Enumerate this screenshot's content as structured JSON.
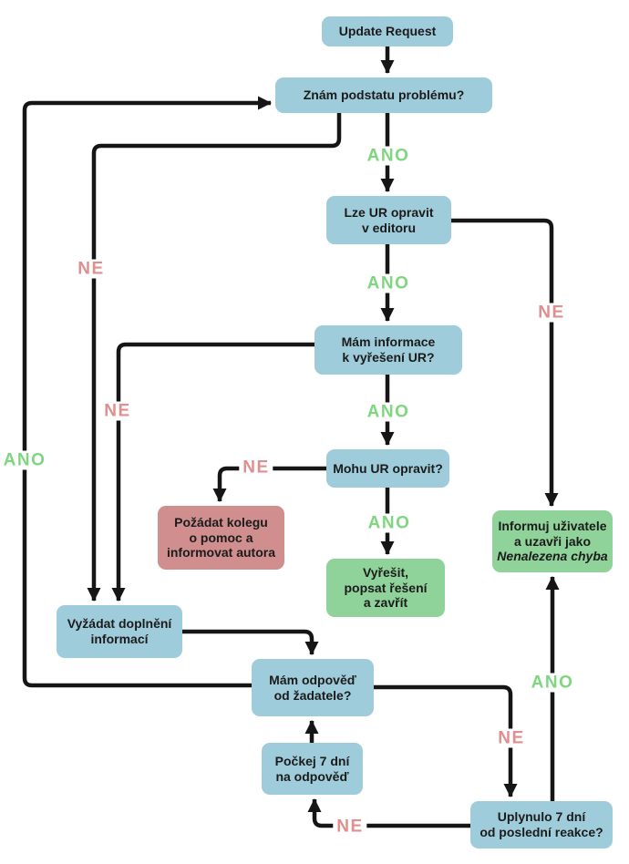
{
  "diagram": {
    "type": "flowchart",
    "language": "cs",
    "topic": "Update Request handling process",
    "colors": {
      "node_blue": "#9fccda",
      "node_green": "#8fd39b",
      "node_red": "#d08e8e",
      "label_yes_green": "#7ed77f",
      "label_no_red": "#e08e8e",
      "connector_black": "#151515",
      "text": "#1b1b1b",
      "background": "#ffffff"
    },
    "nodes": [
      {
        "id": "update-request",
        "kind": "start",
        "color": "blue",
        "lines": [
          "Update Request"
        ]
      },
      {
        "id": "know-problem",
        "kind": "decision",
        "color": "blue",
        "lines": [
          "Znám podstatu problému?"
        ]
      },
      {
        "id": "fix-in-editor",
        "kind": "decision",
        "color": "blue",
        "lines": [
          "Lze UR opravit",
          "v editoru"
        ]
      },
      {
        "id": "have-info",
        "kind": "decision",
        "color": "blue",
        "lines": [
          "Mám informace",
          "k vyřešení UR?"
        ]
      },
      {
        "id": "can-fix",
        "kind": "decision",
        "color": "blue",
        "lines": [
          "Mohu UR opravit?"
        ]
      },
      {
        "id": "ask-colleague",
        "kind": "action",
        "color": "red",
        "lines": [
          "Požádat kolegu",
          "o pomoc a",
          "informovat autora"
        ]
      },
      {
        "id": "resolve-close",
        "kind": "action",
        "color": "green",
        "lines": [
          "Vyřešit,",
          "popsat řešení",
          "a zavřít"
        ]
      },
      {
        "id": "inform-user",
        "kind": "action",
        "color": "green",
        "lines": [
          "Informuj uživatele",
          "a uzavři jako",
          "Nenalezena chyba"
        ],
        "italic_last_line": true
      },
      {
        "id": "request-info",
        "kind": "action",
        "color": "blue",
        "lines": [
          "Vyžádat doplnění",
          "informací"
        ]
      },
      {
        "id": "have-answer",
        "kind": "decision",
        "color": "blue",
        "lines": [
          "Mám odpověď",
          "od žadatele?"
        ]
      },
      {
        "id": "wait-7-days",
        "kind": "action",
        "color": "blue",
        "lines": [
          "Počkej 7 dní",
          "na odpověď"
        ]
      },
      {
        "id": "seven-days-passed",
        "kind": "decision",
        "color": "blue",
        "lines": [
          "Uplynulo 7 dní",
          "od poslední reakce?"
        ]
      }
    ],
    "edges": [
      {
        "from": "update-request",
        "to": "know-problem",
        "label": ""
      },
      {
        "from": "know-problem",
        "to": "fix-in-editor",
        "label": "ANO"
      },
      {
        "from": "know-problem",
        "to": "request-info",
        "label": "NE"
      },
      {
        "from": "fix-in-editor",
        "to": "have-info",
        "label": "ANO"
      },
      {
        "from": "fix-in-editor",
        "to": "inform-user",
        "label": "NE"
      },
      {
        "from": "have-info",
        "to": "can-fix",
        "label": "ANO"
      },
      {
        "from": "have-info",
        "to": "request-info",
        "label": "NE"
      },
      {
        "from": "can-fix",
        "to": "resolve-close",
        "label": "ANO"
      },
      {
        "from": "can-fix",
        "to": "ask-colleague",
        "label": "NE"
      },
      {
        "from": "request-info",
        "to": "have-answer",
        "label": ""
      },
      {
        "from": "have-answer",
        "to": "know-problem",
        "label": "ANO"
      },
      {
        "from": "have-answer",
        "to": "seven-days-passed",
        "label": "NE"
      },
      {
        "from": "seven-days-passed",
        "to": "inform-user",
        "label": "ANO"
      },
      {
        "from": "seven-days-passed",
        "to": "wait-7-days",
        "label": "NE"
      },
      {
        "from": "wait-7-days",
        "to": "have-answer",
        "label": ""
      }
    ]
  }
}
